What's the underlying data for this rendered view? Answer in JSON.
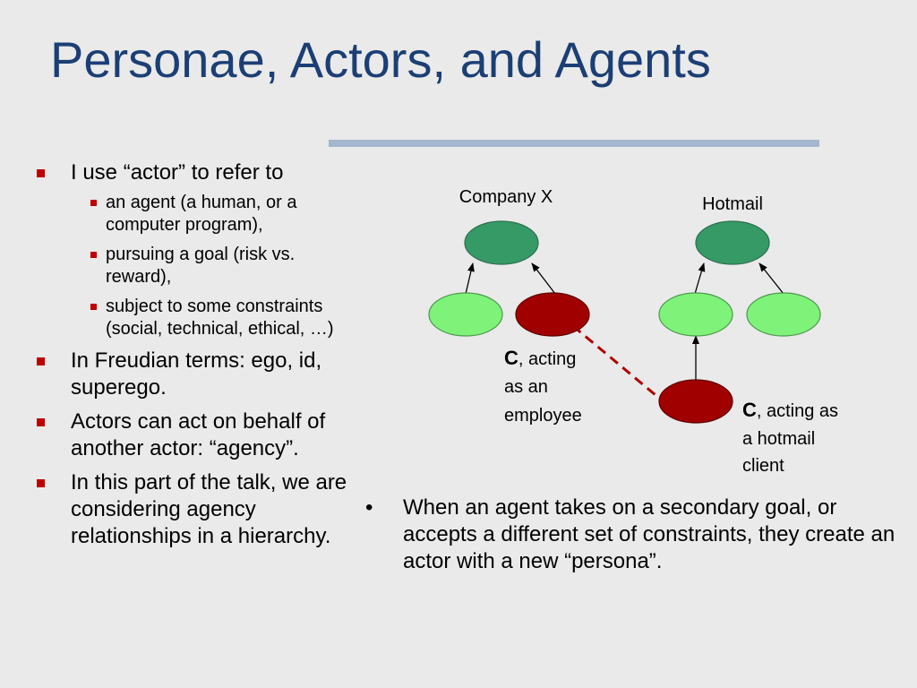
{
  "slide": {
    "title": "Personae, Actors, and Agents"
  },
  "bullets": [
    {
      "text": "I use “actor” to refer to",
      "sub": [
        "an agent (a human, or a computer program),",
        "pursuing a goal (risk vs. reward),",
        "subject to some constraints (social, technical, ethical, …)"
      ]
    },
    {
      "text": "In Freudian terms: ego, id, superego."
    },
    {
      "text": "Actors can act on behalf of another actor: “agency”."
    },
    {
      "text": "In this part of the talk, we are considering agency relationships in a hierarchy."
    }
  ],
  "diagram": {
    "company_label": "Company X",
    "hotmail_label": "Hotmail",
    "c_employee": {
      "bold": "C",
      "line1": ", acting",
      "line2": "as an",
      "line3": "employee"
    },
    "c_client": {
      "bold": "C",
      "line1": ", acting as",
      "line2": "a hotmail",
      "line3": "client"
    },
    "colors": {
      "parent": "#359a66",
      "child": "#7ff27a",
      "actor": "#a10000",
      "link": "#b00000"
    }
  },
  "caption": {
    "bullet": "•",
    "text": "When an agent takes on a secondary goal, or accepts a different set of constraints, they create an actor with a new “persona”."
  }
}
